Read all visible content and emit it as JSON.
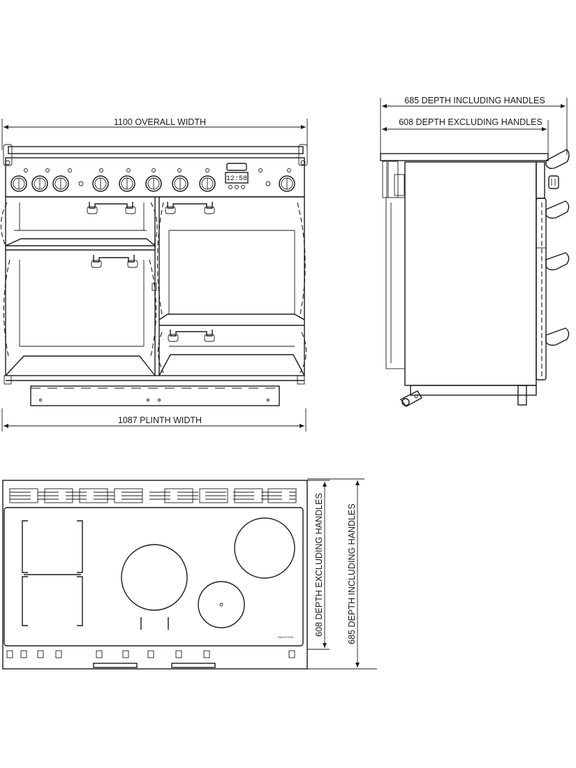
{
  "front_view": {
    "overall_width_label": "1100 OVERALL WIDTH",
    "plinth_width_label": "1087 PLINTH WIDTH",
    "display_text": "12:58"
  },
  "side_view": {
    "depth_including_label": "685 DEPTH INCLUDING HANDLES",
    "depth_excluding_label": "608 DEPTH EXCLUDING HANDLES"
  },
  "top_view": {
    "depth_excluding_label": "608 DEPTH EXCLUDING HANDLES",
    "depth_including_label": "685 DEPTH INCLUDING HANDLES",
    "hob_badge": "INDUCTION"
  }
}
